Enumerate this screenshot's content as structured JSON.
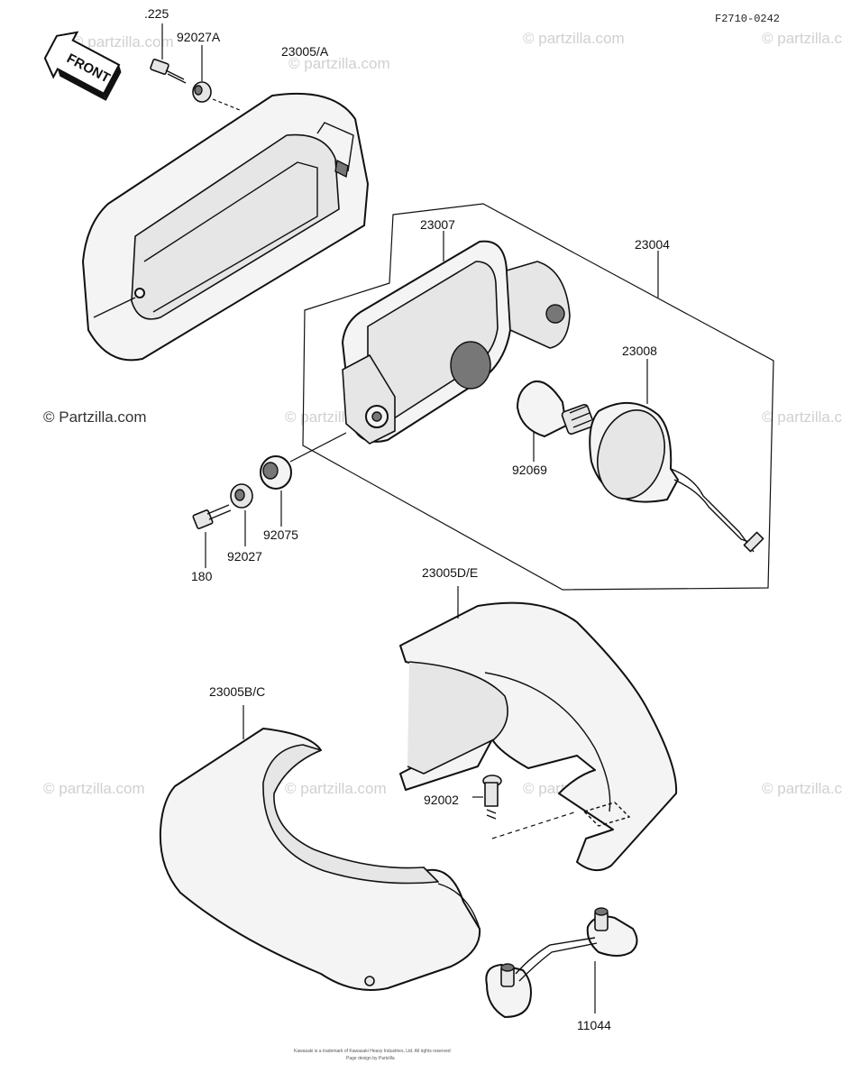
{
  "diagram": {
    "code": "F2710-0242",
    "front_tag": "FRONT",
    "watermark": "© Partzilla.com",
    "watermark_small": "© partzilla.com",
    "copyright_line1": "Kawasaki is a trademark of Kawasaki Heavy Industries, Ltd. All rights reserved",
    "copyright_line2": "Page design by Partzilla",
    "labels": {
      "p225": "225",
      "p92027A": "92027A",
      "p23005A": "23005/A",
      "p23007": "23007",
      "p23004": "23004",
      "p23008": "23008",
      "p92069": "92069",
      "p92075": "92075",
      "p92027": "92027",
      "p180": "180",
      "p23005DE": "23005D/E",
      "p23005BC": "23005B/C",
      "p92002": "92002",
      "p11044": "11044"
    }
  }
}
